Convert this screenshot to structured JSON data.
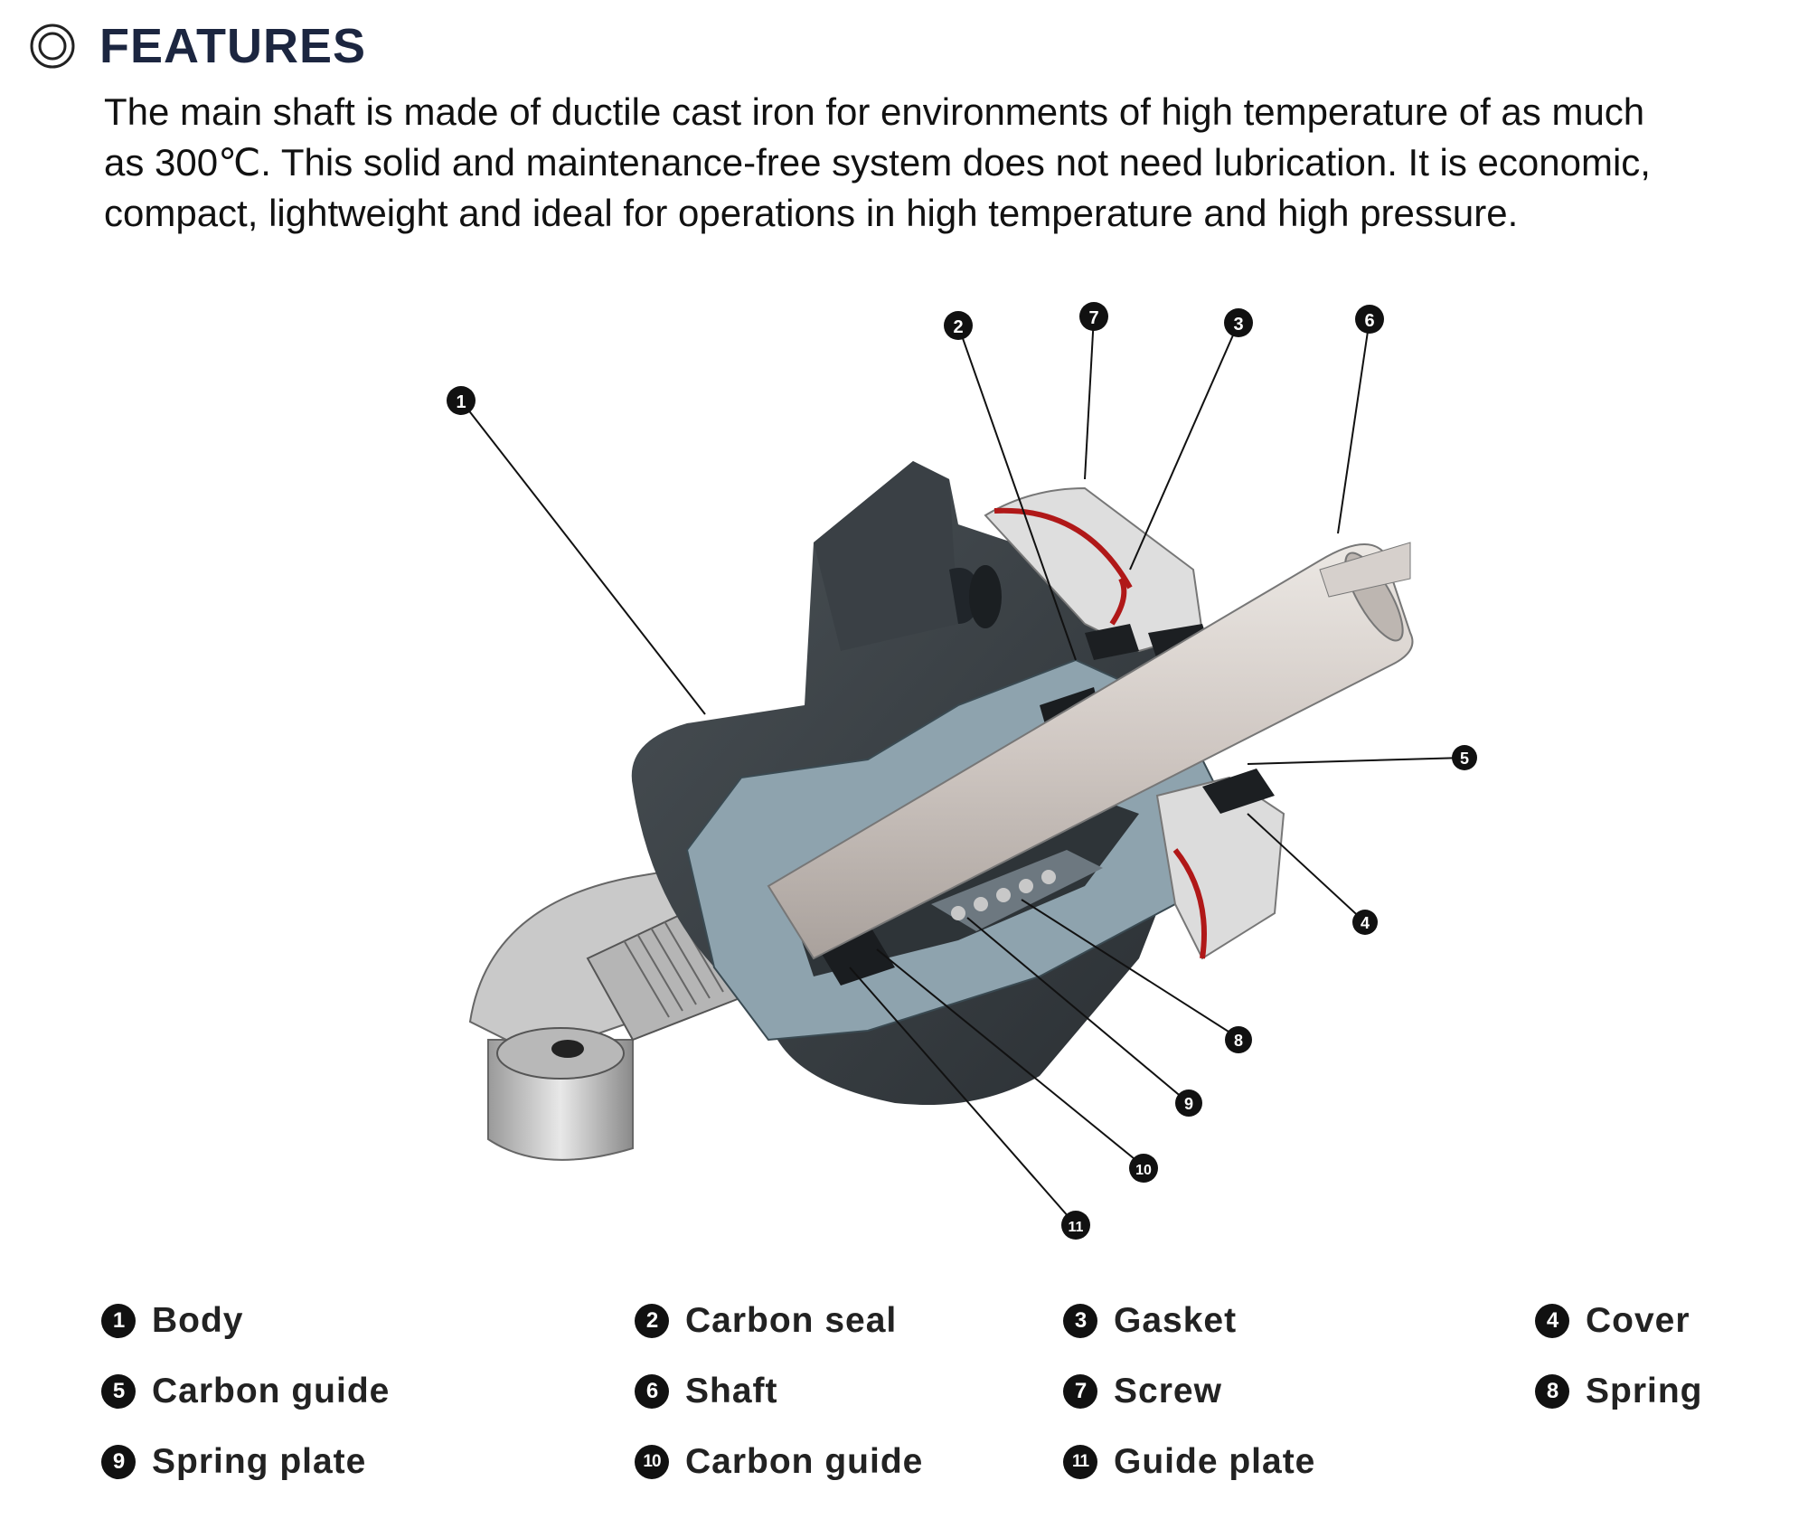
{
  "header": {
    "title": "FEATURES",
    "icon": "bullseye-icon"
  },
  "description": {
    "lines": [
      "The main shaft is made of ductile cast iron for environments of high temperature of as much",
      "as 300℃. This solid and maintenance-free system does not need lubrication. It is economic,",
      "compact, lightweight and ideal for operations in high temperature and high pressure."
    ]
  },
  "diagram": {
    "callouts": [
      "1",
      "2",
      "7",
      "3",
      "6",
      "5",
      "4",
      "8",
      "9",
      "10",
      "11"
    ]
  },
  "legend": [
    {
      "num": "1",
      "label": "Body"
    },
    {
      "num": "2",
      "label": "Carbon seal"
    },
    {
      "num": "3",
      "label": "Gasket"
    },
    {
      "num": "4",
      "label": "Cover"
    },
    {
      "num": "5",
      "label": "Carbon guide"
    },
    {
      "num": "6",
      "label": "Shaft"
    },
    {
      "num": "7",
      "label": "Screw"
    },
    {
      "num": "8",
      "label": "Spring"
    },
    {
      "num": "9",
      "label": "Spring plate"
    },
    {
      "num": "10",
      "label": "Carbon guide"
    },
    {
      "num": "11",
      "label": "Guide plate"
    }
  ],
  "colors": {
    "title": "#1c2640",
    "body_dark": "#3a4045",
    "section_blue": "#8ea3ae",
    "cover_light": "#dcdcdc",
    "gasket_red": "#b01818",
    "shaft": "#d2ccc8"
  }
}
